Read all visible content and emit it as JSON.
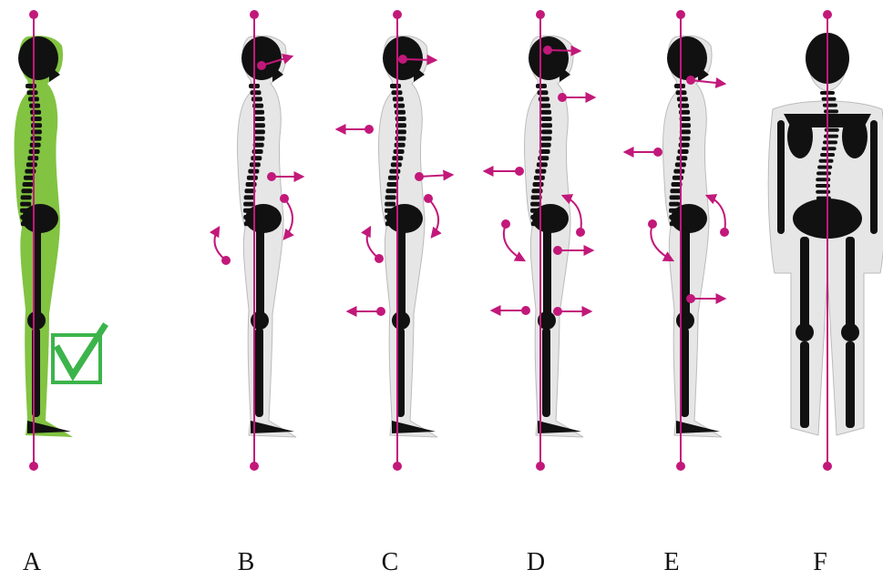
{
  "colors": {
    "plumb_line": "#c2187a",
    "good_body": "#82c341",
    "body_silhouette": "#e6e6e6",
    "skeleton": "#111111",
    "checkmark": "#3cb44b"
  },
  "figures": [
    {
      "id": "A",
      "label": "A",
      "view": "side",
      "variant": "ideal"
    },
    {
      "id": "B",
      "label": "B",
      "view": "side",
      "variant": "swayback"
    },
    {
      "id": "C",
      "label": "C",
      "view": "side",
      "variant": "kyphosis-lordosis"
    },
    {
      "id": "D",
      "label": "D",
      "view": "side",
      "variant": "lordosis"
    },
    {
      "id": "E",
      "label": "E",
      "view": "side",
      "variant": "flat-back"
    },
    {
      "id": "F",
      "label": "F",
      "view": "back",
      "variant": "scoliosis"
    }
  ],
  "icons": {
    "checkmark": "check-box-icon",
    "arrow": "arrow-icon",
    "curved_arrow": "curved-arrow-icon"
  }
}
